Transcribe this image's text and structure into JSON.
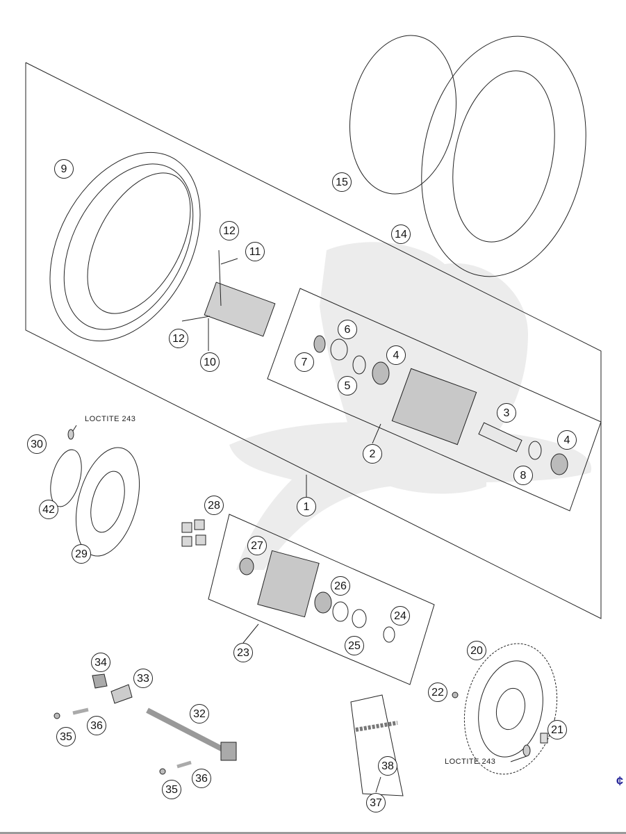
{
  "diagram": {
    "callouts": [
      "9",
      "15",
      "14",
      "12",
      "11",
      "12",
      "10",
      "6",
      "7",
      "4",
      "5",
      "3",
      "2",
      "4",
      "8",
      "1",
      "30",
      "42",
      "29",
      "28",
      "27",
      "26",
      "24",
      "25",
      "23",
      "20",
      "22",
      "21",
      "34",
      "33",
      "32",
      "36",
      "35",
      "36",
      "35",
      "38",
      "37"
    ],
    "labels": {
      "loctite_top": "LOCTITE 243",
      "loctite_bottom": "LOCTITE 243"
    },
    "corner_glyph": "¢",
    "colors": {
      "line": "#222222",
      "watermark": "#e6e6e6",
      "part_fill": "#bdbdbd"
    }
  }
}
